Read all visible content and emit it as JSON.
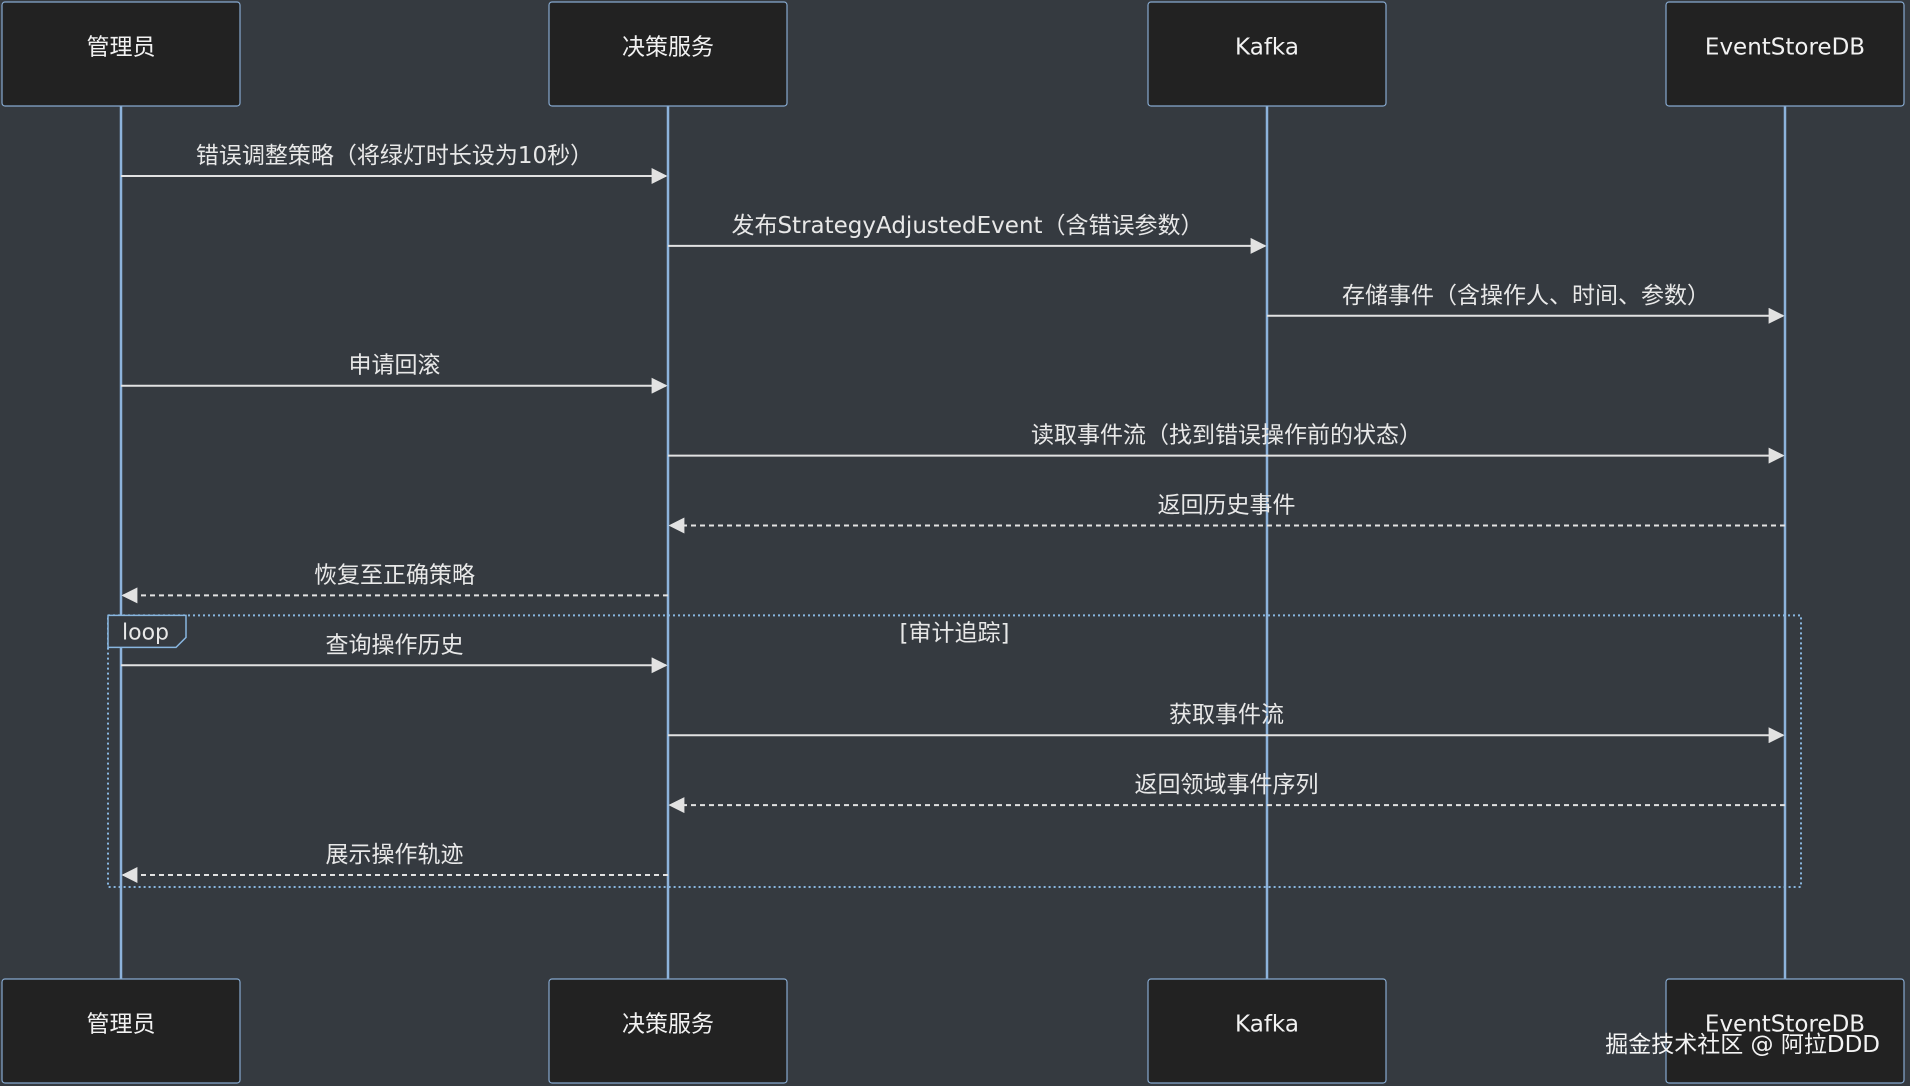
{
  "participants": [
    {
      "id": "admin",
      "label": "管理员"
    },
    {
      "id": "decision",
      "label": "决策服务"
    },
    {
      "id": "kafka",
      "label": "Kafka"
    },
    {
      "id": "esdb",
      "label": "EventStoreDB"
    }
  ],
  "messages": [
    {
      "from": "admin",
      "to": "decision",
      "label": "错误调整策略（将绿灯时长设为10秒）",
      "style": "solid"
    },
    {
      "from": "decision",
      "to": "kafka",
      "label": "发布StrategyAdjustedEvent（含错误参数）",
      "style": "solid"
    },
    {
      "from": "kafka",
      "to": "esdb",
      "label": "存储事件（含操作人、时间、参数）",
      "style": "solid"
    },
    {
      "from": "admin",
      "to": "decision",
      "label": "申请回滚",
      "style": "solid"
    },
    {
      "from": "decision",
      "to": "esdb",
      "label": "读取事件流（找到错误操作前的状态）",
      "style": "solid"
    },
    {
      "from": "esdb",
      "to": "decision",
      "label": "返回历史事件",
      "style": "dashed"
    },
    {
      "from": "decision",
      "to": "admin",
      "label": "恢复至正确策略",
      "style": "dashed"
    },
    {
      "from": "admin",
      "to": "decision",
      "label": "查询操作历史",
      "style": "solid"
    },
    {
      "from": "decision",
      "to": "esdb",
      "label": "获取事件流",
      "style": "solid"
    },
    {
      "from": "esdb",
      "to": "decision",
      "label": "返回领域事件序列",
      "style": "dashed"
    },
    {
      "from": "decision",
      "to": "admin",
      "label": "展示操作轨迹",
      "style": "dashed"
    }
  ],
  "loop": {
    "label": "loop",
    "condition": "[审计追踪]",
    "first_message": 7,
    "last_message": 10
  },
  "watermark": "掘金技术社区 @ 阿拉DDD",
  "colors": {
    "background": "#353a40",
    "actor_fill": "#222222",
    "actor_border": "#86a9cf",
    "lifeline": "#8db3dc",
    "message": "#e2e2e2",
    "loop_border": "#88b6e0"
  }
}
